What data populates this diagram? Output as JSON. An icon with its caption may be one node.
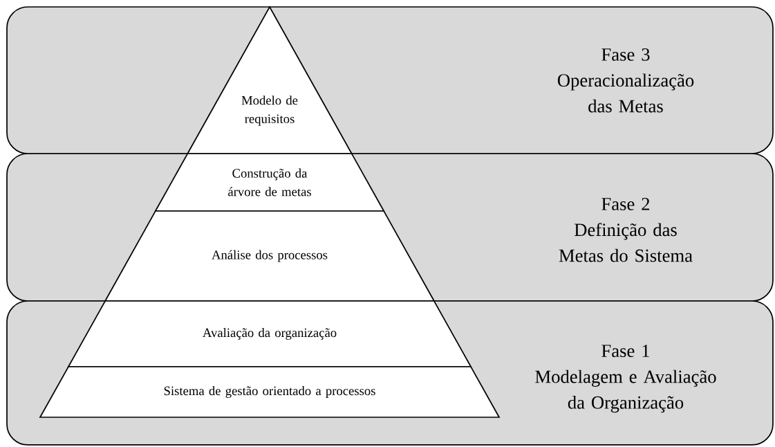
{
  "diagram": {
    "nodes": [
      {
        "text": [
          "Fase 3",
          "Operacionalização das Metas"
        ]
      },
      {
        "text": [
          "Modelo de requisitos"
        ],
        "in": 0
      },
      {
        "text": [
          "Fase 2",
          "Definição das Metas do Sistema"
        ]
      },
      {
        "text": [
          "Construção da árvore de metas"
        ],
        "in": 2
      },
      {
        "text": [
          "Análise dos processos"
        ],
        "in": 2
      },
      {
        "text": [
          "Fase 1",
          "Modelagem e Avaliação da Organização"
        ]
      },
      {
        "text": [
          "Avaliação da organização"
        ],
        "in": 5
      },
      {
        "text": [
          "Sistema de gestão orientado a processos"
        ],
        "in": 5
      }
    ]
  }
}
